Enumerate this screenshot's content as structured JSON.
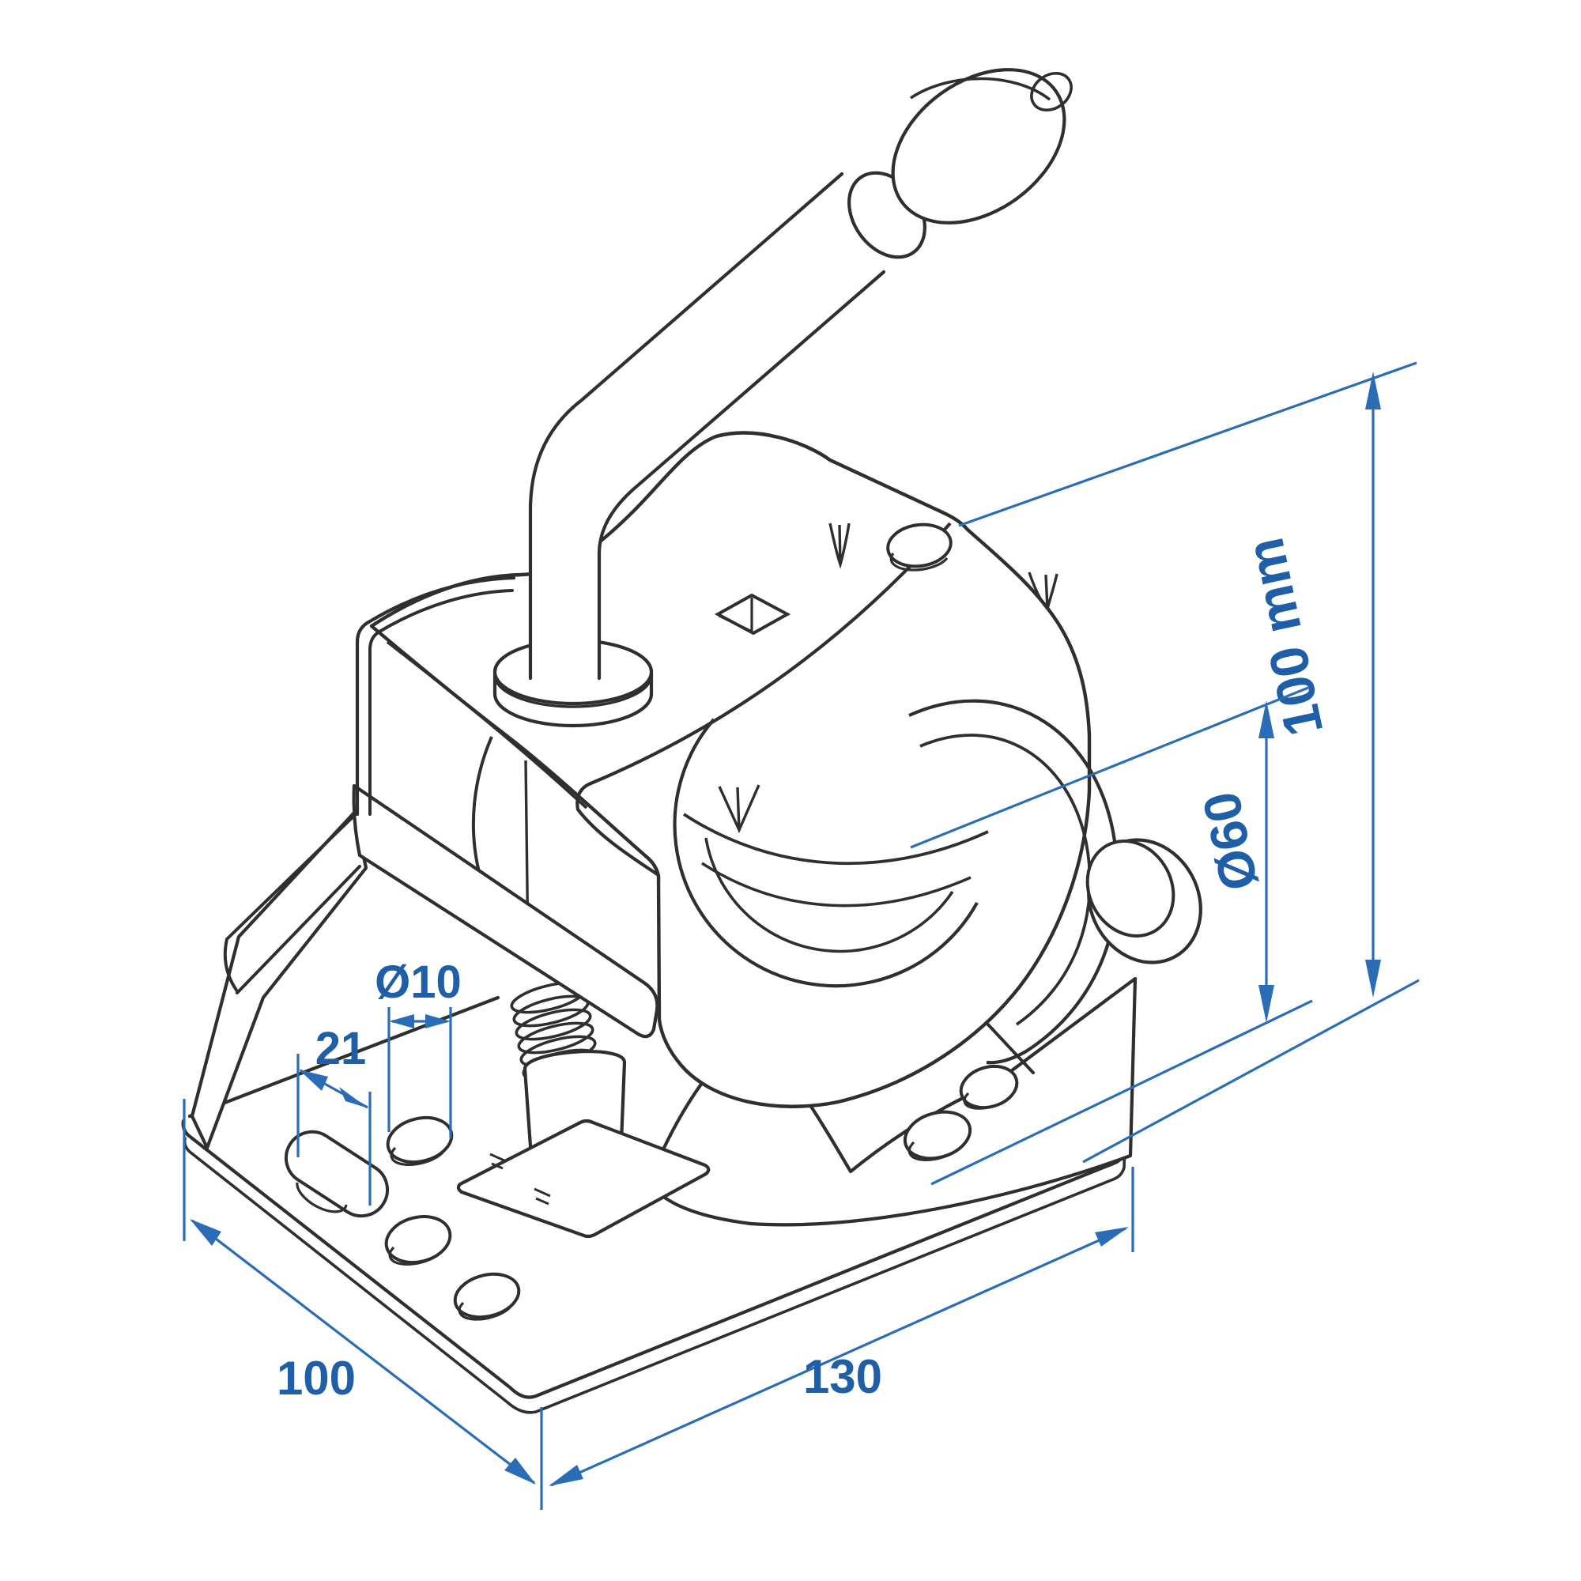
{
  "drawing": {
    "type": "isometric technical line drawing",
    "subject": "jockey wheel clamp bracket",
    "background_color": "#ffffff",
    "line_color": "#2f2f2f",
    "dimension_line_color": "#2a6db6",
    "dimension_text_color": "#1e5fa8"
  },
  "dimensions": {
    "overall_height": "100 mm",
    "tube_diameter": "Ø60",
    "hole_diameter": "Ø10",
    "hole_offset": "21",
    "base_depth": "100",
    "base_width": "130"
  }
}
